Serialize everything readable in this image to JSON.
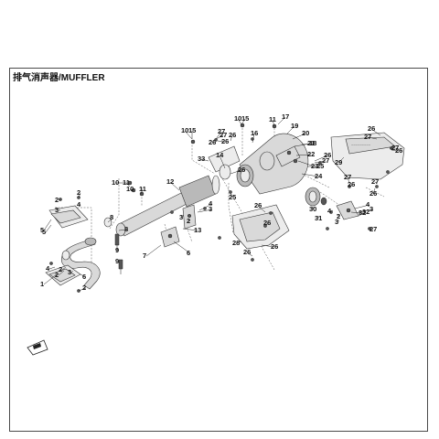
{
  "title": "排气消声器/MUFFLER",
  "labels": [
    {
      "text": "1"
    },
    {
      "text": "2"
    },
    {
      "text": "2"
    },
    {
      "text": "3"
    },
    {
      "text": "4"
    },
    {
      "text": "5"
    },
    {
      "text": "6"
    },
    {
      "text": "2"
    },
    {
      "text": "3"
    },
    {
      "text": "4"
    },
    {
      "text": "2"
    },
    {
      "text": "2"
    },
    {
      "text": "8"
    },
    {
      "text": "9"
    },
    {
      "text": "9"
    },
    {
      "text": "10"
    },
    {
      "text": "11"
    },
    {
      "text": "10"
    },
    {
      "text": "11"
    },
    {
      "text": "12"
    },
    {
      "text": "4"
    },
    {
      "text": "3"
    },
    {
      "text": "2"
    },
    {
      "text": "3"
    },
    {
      "text": "13"
    },
    {
      "text": "6"
    },
    {
      "text": "7"
    },
    {
      "text": "14"
    },
    {
      "text": "26"
    },
    {
      "text": "25"
    },
    {
      "text": "10"
    },
    {
      "text": "15"
    },
    {
      "text": "27"
    },
    {
      "text": "26"
    },
    {
      "text": "26"
    },
    {
      "text": "33"
    },
    {
      "text": "10"
    },
    {
      "text": "15"
    },
    {
      "text": "27"
    },
    {
      "text": "26"
    },
    {
      "text": "16"
    },
    {
      "text": "11"
    },
    {
      "text": "17"
    },
    {
      "text": "19"
    },
    {
      "text": "20"
    },
    {
      "text": "21"
    },
    {
      "text": "22"
    },
    {
      "text": "23"
    },
    {
      "text": "24"
    },
    {
      "text": "18"
    },
    {
      "text": "25"
    },
    {
      "text": "26"
    },
    {
      "text": "27"
    },
    {
      "text": "29"
    },
    {
      "text": "26"
    },
    {
      "text": "27"
    },
    {
      "text": "27"
    },
    {
      "text": "26"
    },
    {
      "text": "27"
    },
    {
      "text": "26"
    },
    {
      "text": "27"
    },
    {
      "text": "26"
    },
    {
      "text": "30"
    },
    {
      "text": "31"
    },
    {
      "text": "4"
    },
    {
      "text": "2"
    },
    {
      "text": "3"
    },
    {
      "text": "32"
    },
    {
      "text": "4"
    },
    {
      "text": "3"
    },
    {
      "text": "32"
    },
    {
      "text": "27"
    },
    {
      "text": "28"
    },
    {
      "text": "26"
    },
    {
      "text": "26"
    },
    {
      "text": "26"
    },
    {
      "text": "26"
    },
    {
      "text": "8"
    },
    {
      "text": "5"
    }
  ],
  "colors": {
    "ink": "#111111",
    "part_fill": "#d9d9d9",
    "frame": "#4a4a4a"
  },
  "icons": {
    "front_arrow": "front-direction-arrow-icon"
  }
}
